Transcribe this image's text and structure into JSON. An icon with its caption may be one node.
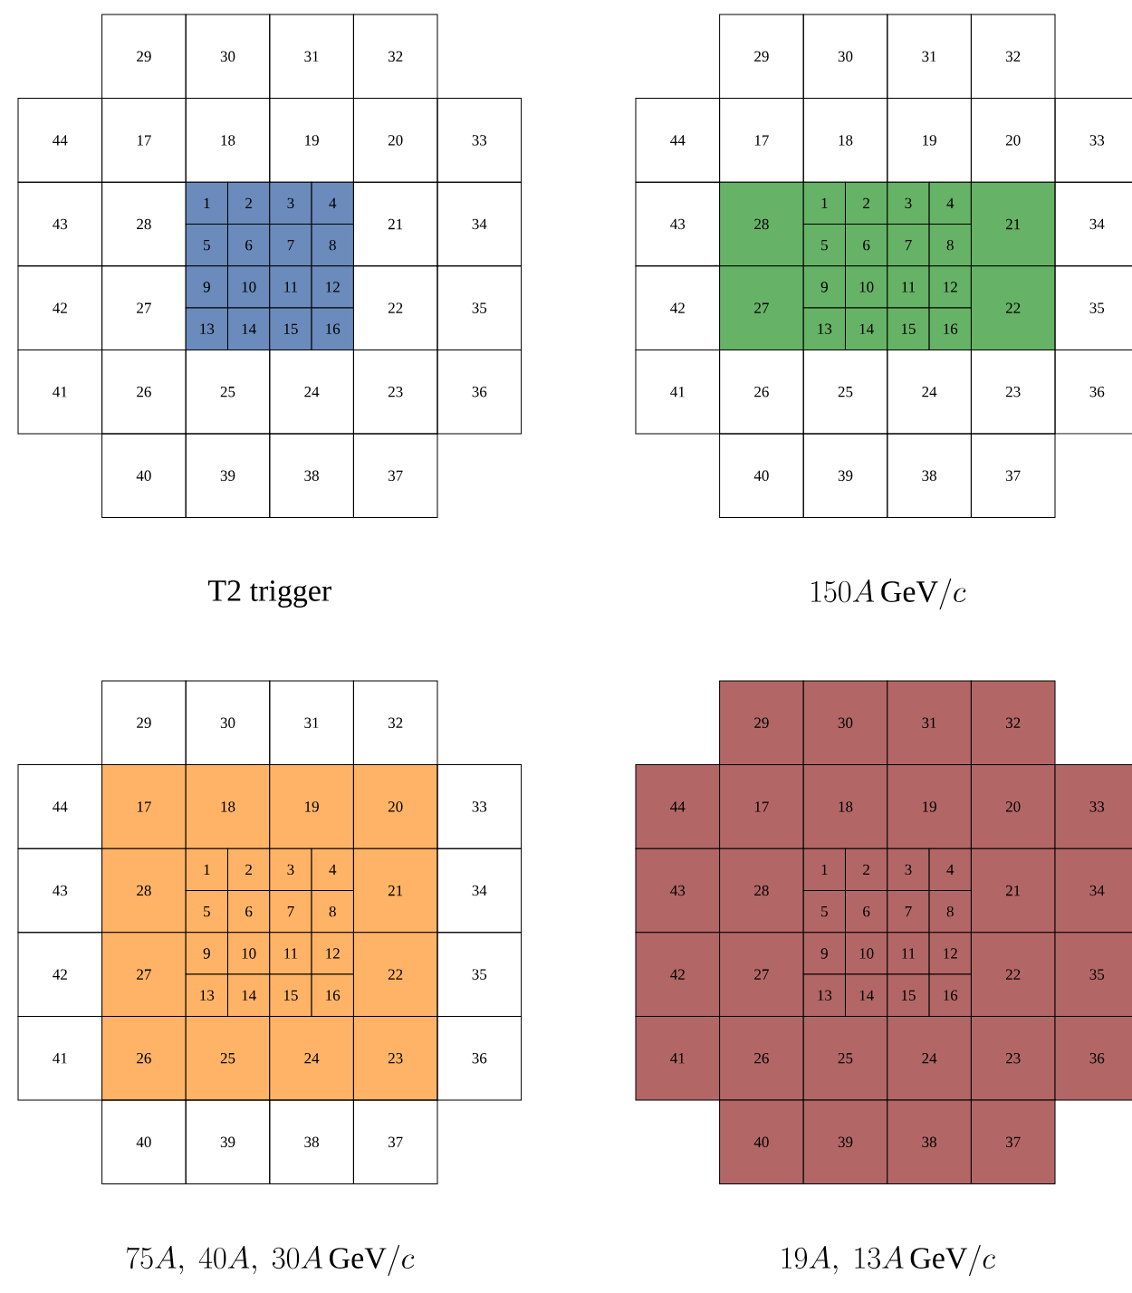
{
  "diagram": {
    "nodes": [
      {
        "text": [
          "29"
        ]
      },
      {
        "text": [
          "30"
        ]
      },
      {
        "text": [
          "31"
        ]
      },
      {
        "text": [
          "32"
        ]
      },
      {
        "text": [
          "44"
        ]
      },
      {
        "text": [
          "17"
        ]
      },
      {
        "text": [
          "18"
        ]
      },
      {
        "text": [
          "19"
        ]
      },
      {
        "text": [
          "20"
        ]
      },
      {
        "text": [
          "33"
        ]
      },
      {
        "text": [
          "43"
        ]
      },
      {
        "text": [
          "28"
        ]
      },
      {
        "text": [
          "1"
        ]
      },
      {
        "text": [
          "2"
        ]
      },
      {
        "text": [
          "3"
        ]
      },
      {
        "text": [
          "4"
        ]
      },
      {
        "text": [
          "21"
        ]
      },
      {
        "text": [
          "34"
        ]
      },
      {
        "text": [
          "5"
        ]
      },
      {
        "text": [
          "6"
        ]
      },
      {
        "text": [
          "7"
        ]
      },
      {
        "text": [
          "8"
        ]
      },
      {
        "text": [
          "42"
        ]
      },
      {
        "text": [
          "27"
        ]
      },
      {
        "text": [
          "9"
        ]
      },
      {
        "text": [
          "10"
        ]
      },
      {
        "text": [
          "11"
        ]
      },
      {
        "text": [
          "12"
        ]
      },
      {
        "text": [
          "22"
        ]
      },
      {
        "text": [
          "35"
        ]
      },
      {
        "text": [
          "13"
        ]
      },
      {
        "text": [
          "14"
        ]
      },
      {
        "text": [
          "15"
        ]
      },
      {
        "text": [
          "16"
        ]
      },
      {
        "text": [
          "41"
        ]
      },
      {
        "text": [
          "26"
        ]
      },
      {
        "text": [
          "25"
        ]
      },
      {
        "text": [
          "24"
        ]
      },
      {
        "text": [
          "23"
        ]
      },
      {
        "text": [
          "36"
        ]
      },
      {
        "text": [
          "40"
        ]
      },
      {
        "text": [
          "39"
        ]
      },
      {
        "text": [
          "38"
        ]
      },
      {
        "text": [
          "37"
        ]
      },
      {
        "text": [
          "29"
        ]
      },
      {
        "text": [
          "30"
        ]
      },
      {
        "text": [
          "31"
        ]
      },
      {
        "text": [
          "32"
        ]
      },
      {
        "text": [
          "44"
        ]
      },
      {
        "text": [
          "17"
        ]
      },
      {
        "text": [
          "18"
        ]
      },
      {
        "text": [
          "19"
        ]
      },
      {
        "text": [
          "20"
        ]
      },
      {
        "text": [
          "33"
        ]
      },
      {
        "text": [
          "43"
        ]
      },
      {
        "text": [
          "28"
        ]
      },
      {
        "text": [
          "1"
        ]
      },
      {
        "text": [
          "2"
        ]
      },
      {
        "text": [
          "3"
        ]
      },
      {
        "text": [
          "4"
        ]
      },
      {
        "text": [
          "21"
        ]
      },
      {
        "text": [
          "34"
        ]
      },
      {
        "text": [
          "5"
        ]
      },
      {
        "text": [
          "6"
        ]
      },
      {
        "text": [
          "7"
        ]
      },
      {
        "text": [
          "8"
        ]
      },
      {
        "text": [
          "42"
        ]
      },
      {
        "text": [
          "27"
        ]
      },
      {
        "text": [
          "9"
        ]
      },
      {
        "text": [
          "10"
        ]
      },
      {
        "text": [
          "11"
        ]
      },
      {
        "text": [
          "12"
        ]
      },
      {
        "text": [
          "22"
        ]
      },
      {
        "text": [
          "35"
        ]
      },
      {
        "text": [
          "13"
        ]
      },
      {
        "text": [
          "14"
        ]
      },
      {
        "text": [
          "15"
        ]
      },
      {
        "text": [
          "16"
        ]
      },
      {
        "text": [
          "41"
        ]
      },
      {
        "text": [
          "26"
        ]
      },
      {
        "text": [
          "25"
        ]
      },
      {
        "text": [
          "24"
        ]
      },
      {
        "text": [
          "23"
        ]
      },
      {
        "text": [
          "36"
        ]
      },
      {
        "text": [
          "40"
        ]
      },
      {
        "text": [
          "39"
        ]
      },
      {
        "text": [
          "38"
        ]
      },
      {
        "text": [
          "37"
        ]
      },
      {
        "text": [
          "29"
        ]
      },
      {
        "text": [
          "30"
        ]
      },
      {
        "text": [
          "31"
        ]
      },
      {
        "text": [
          "32"
        ]
      },
      {
        "text": [
          "44"
        ]
      },
      {
        "text": [
          "17"
        ]
      },
      {
        "text": [
          "18"
        ]
      },
      {
        "text": [
          "19"
        ]
      },
      {
        "text": [
          "20"
        ]
      },
      {
        "text": [
          "33"
        ]
      },
      {
        "text": [
          "43"
        ]
      },
      {
        "text": [
          "28"
        ]
      },
      {
        "text": [
          "1"
        ]
      },
      {
        "text": [
          "2"
        ]
      },
      {
        "text": [
          "3"
        ]
      },
      {
        "text": [
          "4"
        ]
      },
      {
        "text": [
          "21"
        ]
      },
      {
        "text": [
          "34"
        ]
      },
      {
        "text": [
          "5"
        ]
      },
      {
        "text": [
          "6"
        ]
      },
      {
        "text": [
          "7"
        ]
      },
      {
        "text": [
          "8"
        ]
      },
      {
        "text": [
          "42"
        ]
      },
      {
        "text": [
          "27"
        ]
      },
      {
        "text": [
          "9"
        ]
      },
      {
        "text": [
          "10"
        ]
      },
      {
        "text": [
          "11"
        ]
      },
      {
        "text": [
          "12"
        ]
      },
      {
        "text": [
          "22"
        ]
      },
      {
        "text": [
          "35"
        ]
      },
      {
        "text": [
          "13"
        ]
      },
      {
        "text": [
          "14"
        ]
      },
      {
        "text": [
          "15"
        ]
      },
      {
        "text": [
          "16"
        ]
      },
      {
        "text": [
          "41"
        ]
      },
      {
        "text": [
          "26"
        ]
      },
      {
        "text": [
          "25"
        ]
      },
      {
        "text": [
          "24"
        ]
      },
      {
        "text": [
          "23"
        ]
      },
      {
        "text": [
          "36"
        ]
      },
      {
        "text": [
          "40"
        ]
      },
      {
        "text": [
          "39"
        ]
      },
      {
        "text": [
          "38"
        ]
      },
      {
        "text": [
          "37"
        ]
      },
      {
        "text": [
          "29"
        ]
      },
      {
        "text": [
          "30"
        ]
      },
      {
        "text": [
          "31"
        ]
      },
      {
        "text": [
          "32"
        ]
      },
      {
        "text": [
          "44"
        ]
      },
      {
        "text": [
          "17"
        ]
      },
      {
        "text": [
          "18"
        ]
      },
      {
        "text": [
          "19"
        ]
      },
      {
        "text": [
          "20"
        ]
      },
      {
        "text": [
          "33"
        ]
      },
      {
        "text": [
          "43"
        ]
      },
      {
        "text": [
          "28"
        ]
      },
      {
        "text": [
          "1"
        ]
      },
      {
        "text": [
          "2"
        ]
      },
      {
        "text": [
          "3"
        ]
      },
      {
        "text": [
          "4"
        ]
      },
      {
        "text": [
          "21"
        ]
      },
      {
        "text": [
          "34"
        ]
      },
      {
        "text": [
          "5"
        ]
      },
      {
        "text": [
          "6"
        ]
      },
      {
        "text": [
          "7"
        ]
      },
      {
        "text": [
          "8"
        ]
      },
      {
        "text": [
          "42"
        ]
      },
      {
        "text": [
          "27"
        ]
      },
      {
        "text": [
          "9"
        ]
      },
      {
        "text": [
          "10"
        ]
      },
      {
        "text": [
          "11"
        ]
      },
      {
        "text": [
          "12"
        ]
      },
      {
        "text": [
          "22"
        ]
      },
      {
        "text": [
          "35"
        ]
      },
      {
        "text": [
          "13"
        ]
      },
      {
        "text": [
          "14"
        ]
      },
      {
        "text": [
          "15"
        ]
      },
      {
        "text": [
          "16"
        ]
      },
      {
        "text": [
          "41"
        ]
      },
      {
        "text": [
          "26"
        ]
      },
      {
        "text": [
          "25"
        ]
      },
      {
        "text": [
          "24"
        ]
      },
      {
        "text": [
          "23"
        ]
      },
      {
        "text": [
          "36"
        ]
      },
      {
        "text": [
          "40"
        ]
      },
      {
        "text": [
          "39"
        ]
      },
      {
        "text": [
          "38"
        ]
      },
      {
        "text": [
          "37"
        ]
      }
    ],
    "labels": [
      "\\mathrm{T2\\ trigger}",
      "150A\\,\\mathrm{GeV}/c",
      "75A,\\ 40A,\\ 30A\\,\\mathrm{GeV}/c",
      "19A,\\ 13A\\,\\mathrm{GeV}/c"
    ]
  }
}
